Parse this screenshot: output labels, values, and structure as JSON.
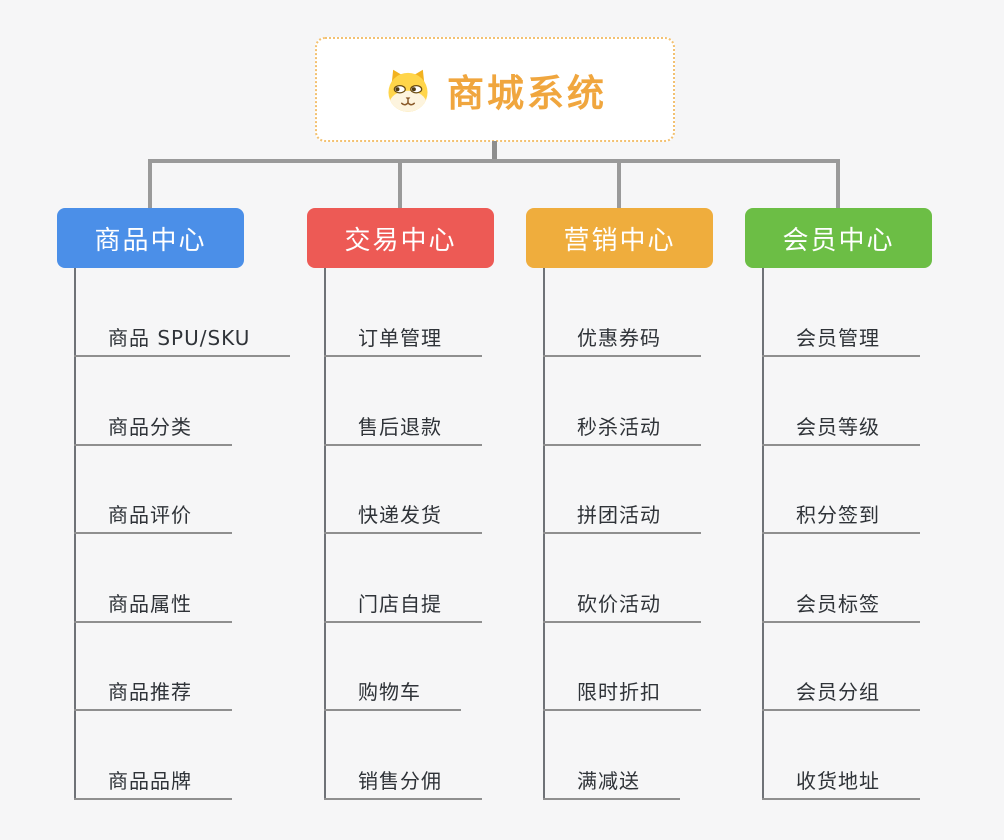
{
  "root": {
    "title": "商城系统",
    "icon": "dog-face-icon",
    "title_color": "#F0A63E",
    "border_color": "#F3C171"
  },
  "colors": {
    "background": "#F6F6F7",
    "connector_stem": "#8E8E8E",
    "connector_bus": "#9A9A9A",
    "branch_trunk": "#6F7277",
    "leaf_underline": "#8F8F8F",
    "leaf_text": "#2F3338",
    "branch_text": "#FFFFFF"
  },
  "branches": [
    {
      "label": "商品中心",
      "color": "#4B8FE8",
      "children": [
        "商品 SPU/SKU",
        "商品分类",
        "商品评价",
        "商品属性",
        "商品推荐",
        "商品品牌"
      ]
    },
    {
      "label": "交易中心",
      "color": "#ED5A55",
      "children": [
        "订单管理",
        "售后退款",
        "快递发货",
        "门店自提",
        "购物车",
        "销售分佣"
      ]
    },
    {
      "label": "营销中心",
      "color": "#EFAD3D",
      "children": [
        "优惠券码",
        "秒杀活动",
        "拼团活动",
        "砍价活动",
        "限时折扣",
        "满减送"
      ]
    },
    {
      "label": "会员中心",
      "color": "#6CBE45",
      "children": [
        "会员管理",
        "会员等级",
        "积分签到",
        "会员标签",
        "会员分组",
        "收货地址"
      ]
    }
  ]
}
